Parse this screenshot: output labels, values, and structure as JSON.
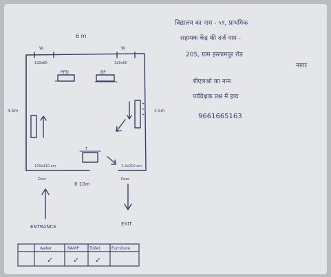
{
  "plan": {
    "top_dimension": "6 m",
    "left_dimension": "4.5m",
    "right_dimension": "4.5m",
    "bottom_dimension": "6-10m",
    "window_top_left": "120x60",
    "window_top_right": "120x60",
    "window_label_1": "W",
    "window_label_2": "W",
    "bench_left_label": "PPD",
    "bench_right_label": "BP",
    "door_left_size": "120x210 cm",
    "door_right_size": "1-2x210 cm",
    "door_left_label": "Door",
    "door_right_label": "Door",
    "entrance_label": "ENTRANCE",
    "exit_label": "EXIT",
    "table_label": "T"
  },
  "notes": {
    "line1": "विद्यालय का नाम - ५९, प्राथमिक",
    "line2": "सहायक केंद्र की दर्ज नाम -",
    "line3": "205, ग्राम इस्लामपुर रोड",
    "line3b": "नागर",
    "line4": "बीएलओ का नाम",
    "line5": "पर्यवेक्षक प्रश्न में हाय",
    "phone": "9661665163"
  },
  "checklist": {
    "headers": [
      "",
      "water",
      "RAMP",
      "Toilet",
      "Furniture"
    ],
    "marks": [
      "",
      "✓",
      "✓",
      "✓",
      ""
    ]
  }
}
